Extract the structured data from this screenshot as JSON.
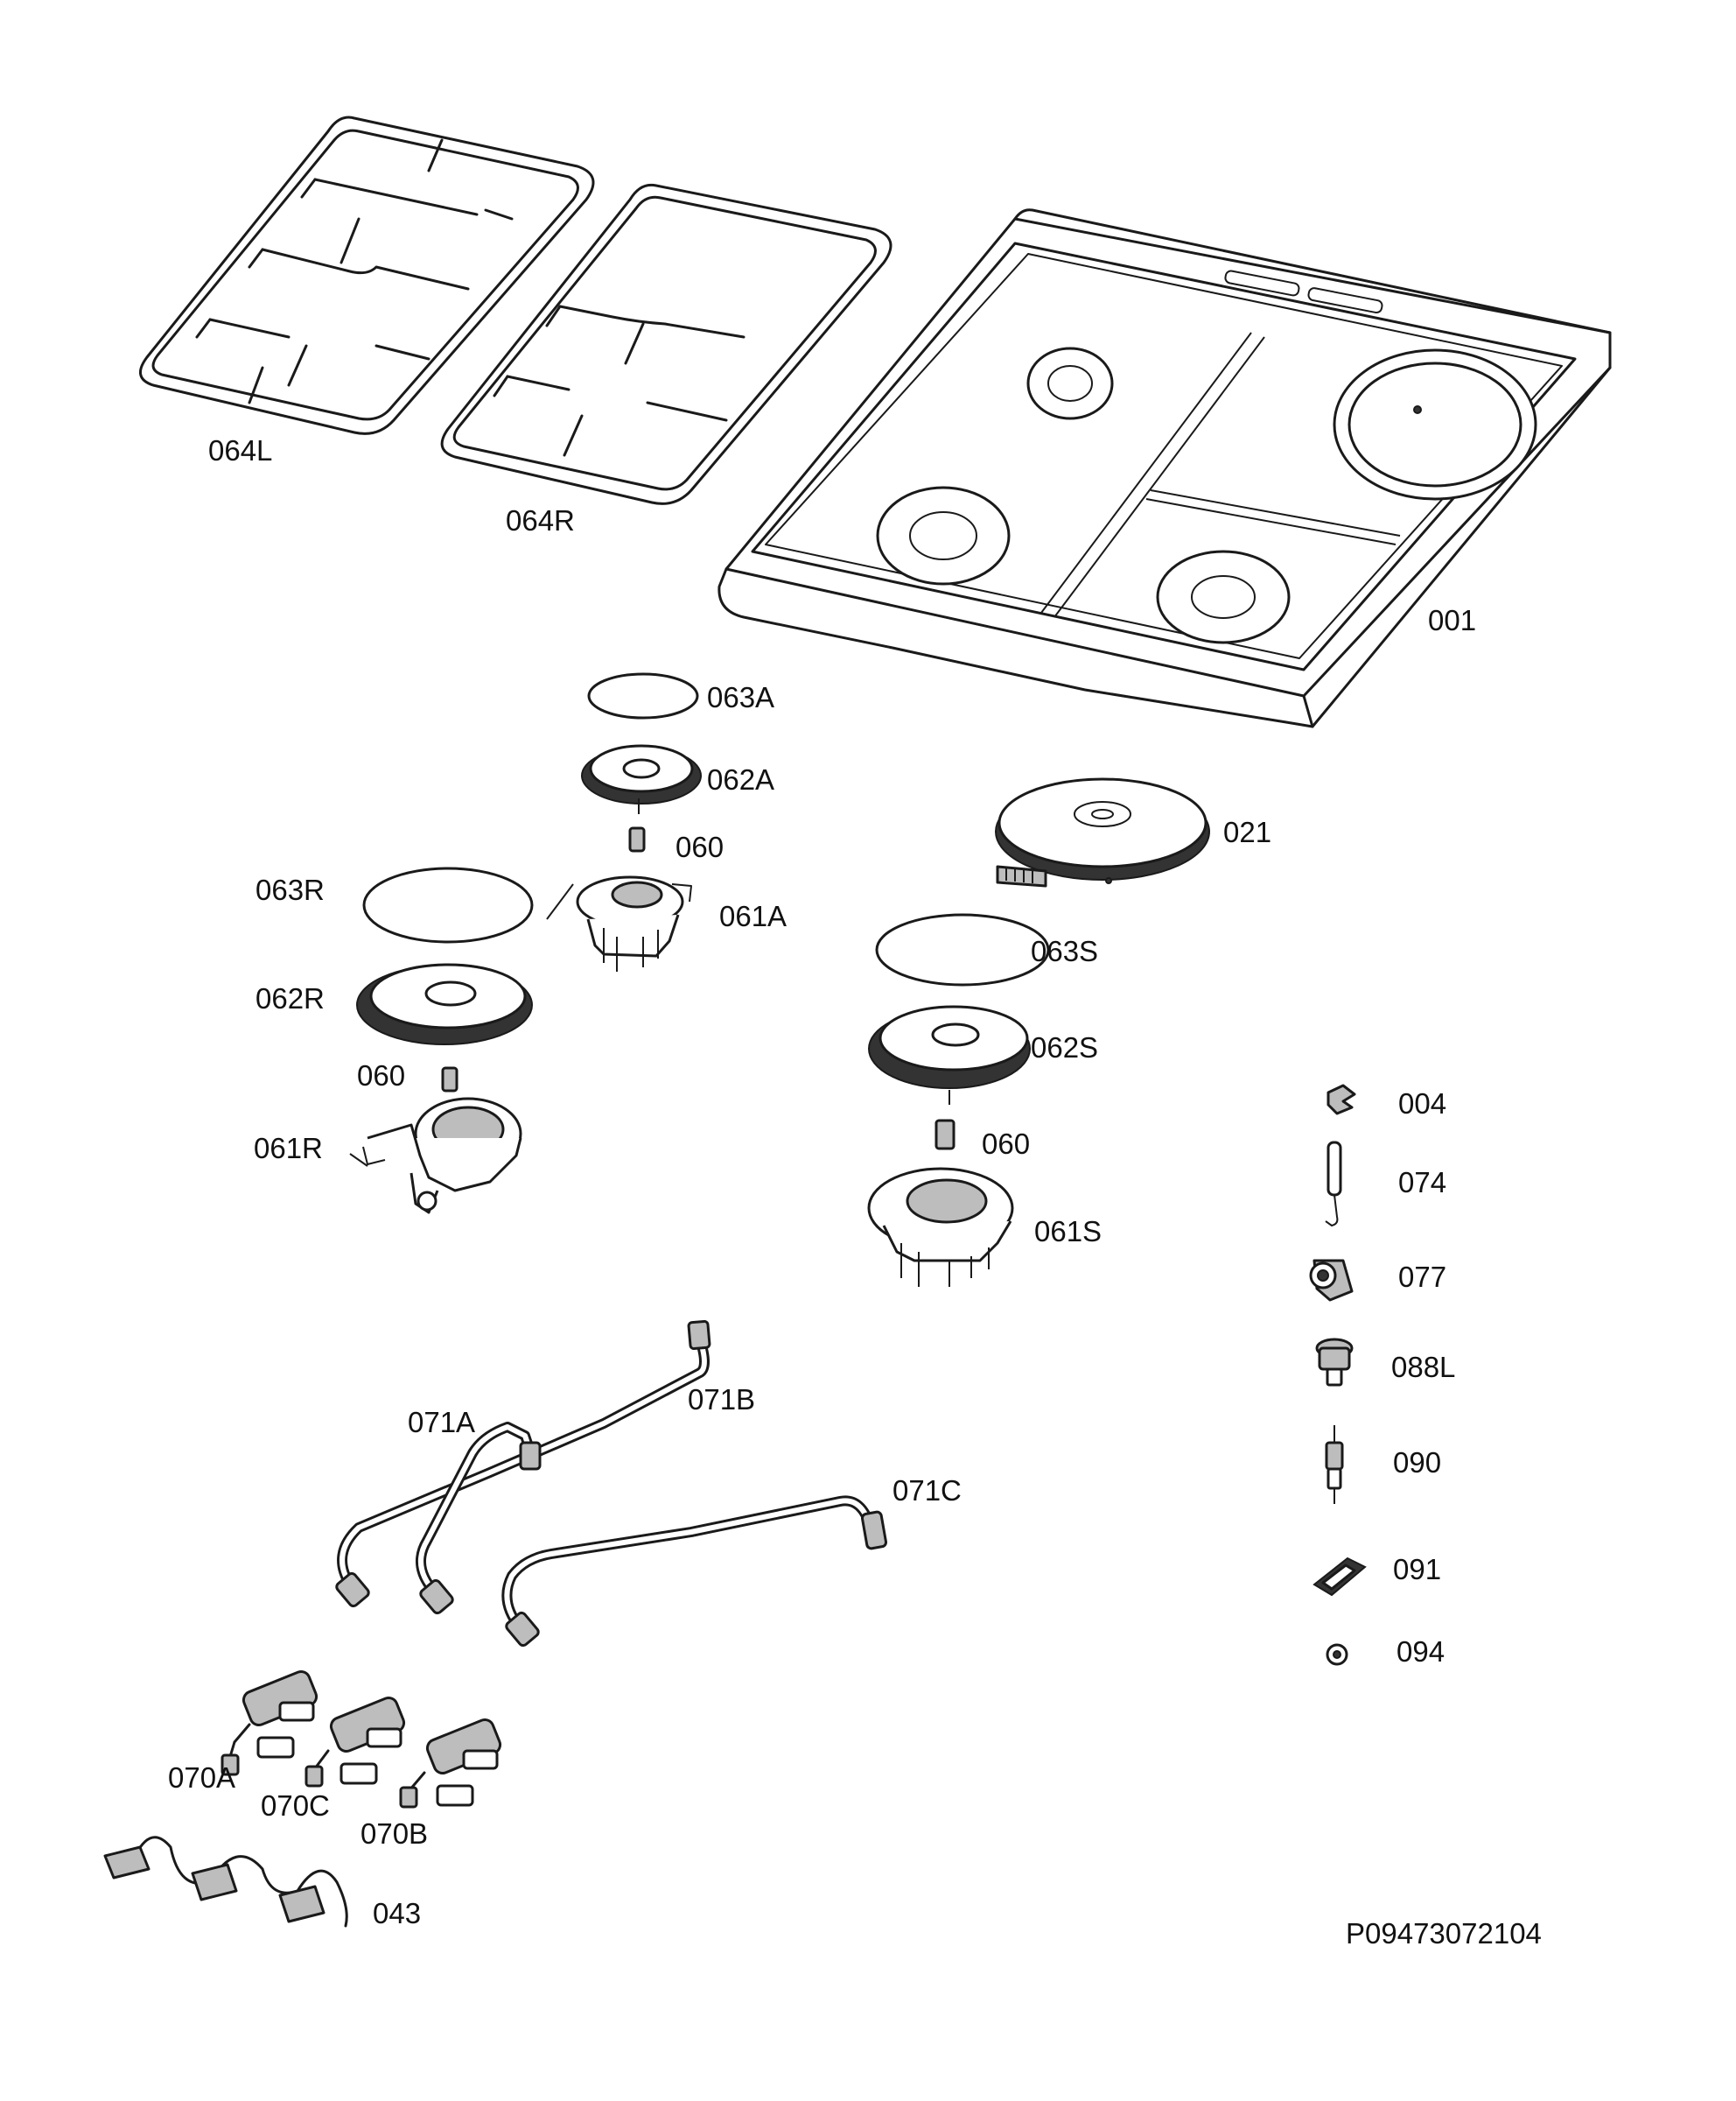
{
  "labels": {
    "l001": "001",
    "l004": "004",
    "l021": "021",
    "l043": "043",
    "l060a": "060",
    "l060r": "060",
    "l060s": "060",
    "l061a": "061A",
    "l061r": "061R",
    "l061s": "061S",
    "l062a": "062A",
    "l062r": "062R",
    "l062s": "062S",
    "l063a": "063A",
    "l063r": "063R",
    "l063s": "063S",
    "l064l": "064L",
    "l064r": "064R",
    "l070a": "070A",
    "l070b": "070B",
    "l070c": "070C",
    "l071a": "071A",
    "l071b": "071B",
    "l071c": "071C",
    "l074": "074",
    "l077": "077",
    "l088l": "088L",
    "l090": "090",
    "l091": "091",
    "l094": "094"
  },
  "drawing_id": "P09473072104"
}
